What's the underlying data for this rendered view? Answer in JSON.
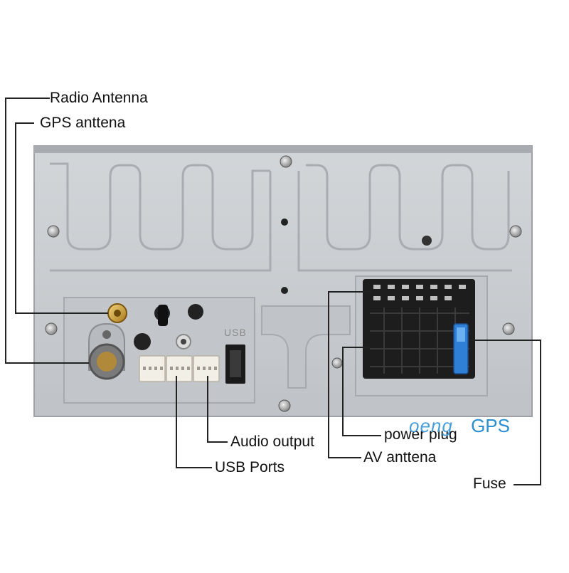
{
  "labels": {
    "radio_antenna": "Radio Antenna",
    "gps_antenna": "GPS anttena",
    "audio_output": "Audio output",
    "usb_ports": "USB Ports",
    "power_plug": "power plug",
    "av_antenna": "AV anttena",
    "fuse": "Fuse"
  },
  "panel_print": {
    "usb": "USB"
  },
  "watermark": {
    "part1": "oeng",
    "part2": "GPS"
  },
  "colors": {
    "panel": "#c9ccd0",
    "panel_recess": "#b9bdc2",
    "connector_black": "#1a1a1a",
    "fuse_blue": "#2f7fd6",
    "watermark_blue": "#2a8fd0"
  }
}
